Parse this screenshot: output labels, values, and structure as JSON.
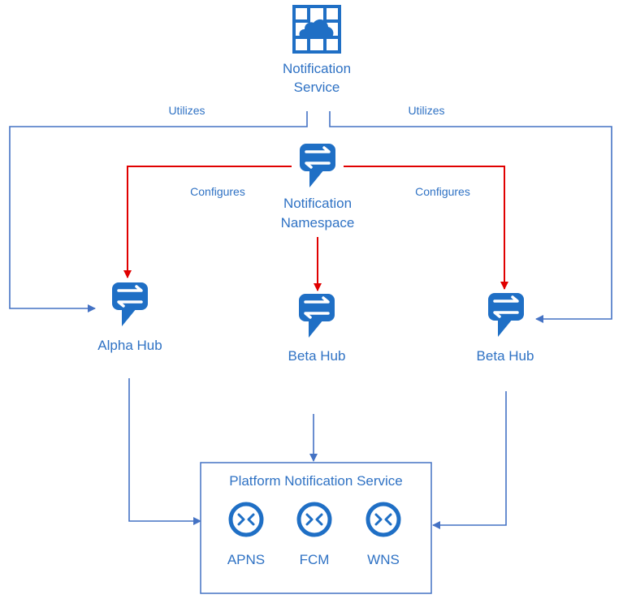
{
  "nodes": {
    "notification_service": {
      "line1": "Notification",
      "line2": "Service"
    },
    "notification_namespace": {
      "line1": "Notification",
      "line2": "Namespace"
    },
    "hub_left": {
      "label": "Alpha Hub"
    },
    "hub_center": {
      "label": "Beta Hub"
    },
    "hub_right": {
      "label": "Beta Hub"
    }
  },
  "edges": {
    "utilizes_left": "Utilizes",
    "utilizes_right": "Utilizes",
    "configures_left": "Configures",
    "configures_right": "Configures"
  },
  "platform": {
    "title": "Platform Notification Service",
    "services": [
      "APNS",
      "FCM",
      "WNS"
    ]
  },
  "colors": {
    "primary_blue": "#1f6fc5",
    "line_blue": "#4472c4",
    "red": "#e00000",
    "text_blue": "#2f72c4"
  }
}
